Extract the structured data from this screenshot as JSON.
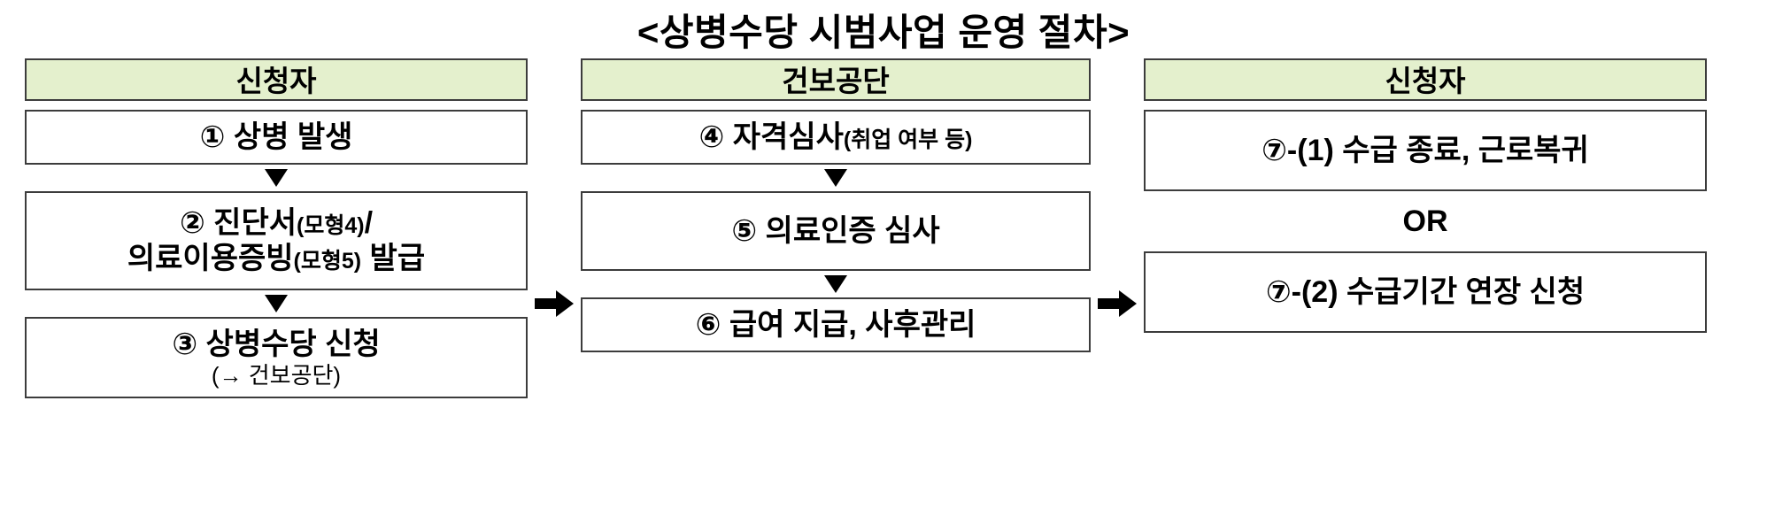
{
  "title": "<상병수당 시범사업 운영 절차>",
  "colors": {
    "header_fill": "#e4f0cd",
    "border": "#3c3c3c",
    "text": "#000000",
    "background": "#ffffff"
  },
  "columns": [
    {
      "id": "applicant-left",
      "header": "신청자",
      "nodes": [
        {
          "id": "step-1",
          "main": "① 상병 발생",
          "sub": "",
          "inline_small": ""
        },
        {
          "id": "step-2",
          "line1": "② 진단서",
          "line1_small": "(모형4)",
          "line1_tail": "/",
          "line2": "의료이용증빙",
          "line2_small": "(모형5)",
          "line2_tail": " 발급"
        },
        {
          "id": "step-3",
          "main": "③ 상병수당 신청",
          "sub": "(→ 건보공단)"
        }
      ],
      "connectors": [
        "▼",
        "▼"
      ]
    },
    {
      "id": "nhis",
      "header": "건보공단",
      "nodes": [
        {
          "id": "step-4",
          "main": "④ 자격심사",
          "inline_small": "(취업 여부 등)",
          "sub": ""
        },
        {
          "id": "step-5",
          "main": "⑤ 의료인증 심사",
          "sub": ""
        },
        {
          "id": "step-6",
          "main": "⑥ 급여 지급, 사후관리",
          "sub": ""
        }
      ],
      "connectors": [
        "▼",
        "▼"
      ]
    },
    {
      "id": "applicant-right",
      "header": "신청자",
      "nodes": [
        {
          "id": "step-7-1",
          "main": "⑦-(1) 수급 종료, 근로복귀",
          "sub": ""
        },
        {
          "id": "step-7-2",
          "main": "⑦-(2) 수급기간 연장 신청",
          "sub": ""
        }
      ],
      "or_label": "OR"
    }
  ],
  "between_arrows": [
    {
      "id": "arrow-col1-col2",
      "glyph": "➔"
    },
    {
      "id": "arrow-col2-col3",
      "glyph": "➔"
    }
  ]
}
